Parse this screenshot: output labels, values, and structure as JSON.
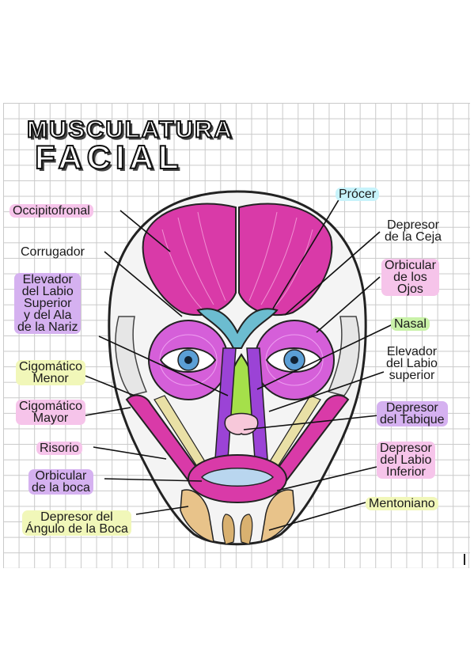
{
  "title": {
    "line1": "MUSCULATURA",
    "line2": "FACIAL"
  },
  "colors": {
    "grid": "#c9c9c9",
    "pink_highlight": "#f6c4ea",
    "purple_highlight": "#d5b1f0",
    "yellow_highlight": "#f1f7b9",
    "blue_highlight": "#c7f3fb",
    "green_highlight": "#c9f2a8",
    "muscle_magenta": "#d93aa8",
    "muscle_violet": "#b55ee0",
    "muscle_teal": "#6cbcd0",
    "muscle_green": "#a5e04a",
    "muscle_tan": "#e8c38a"
  },
  "labels": {
    "occipitofrontal": "Occipitofronal",
    "corrugador": "Corrugador",
    "elevador_labio_superior_ala": "Elevador\ndel Labio\nSuperior\ny del Ala\nde la Nariz",
    "cigomatico_menor": "Cigomático\nMenor",
    "cigomatico_mayor": "Cigomático\nMayor",
    "risorio": "Risorio",
    "orbicular_boca": "Orbicular\nde la boca",
    "depresor_angulo_boca": "Depresor del\nÁngulo de la Boca",
    "procer": "Prócer",
    "depresor_ceja": "Depresor\nde la Ceja",
    "orbicular_ojos": "Orbicular\nde los\nOjos",
    "nasal": "Nasal",
    "elevador_labio_superior": "Elevador\ndel Labio\nsuperior",
    "depresor_tabique": "Depresor\ndel Tabique",
    "depresor_labio_inferior": "Depresor\ndel Labio\nInferior",
    "mentoniano": "Mentoniano"
  }
}
